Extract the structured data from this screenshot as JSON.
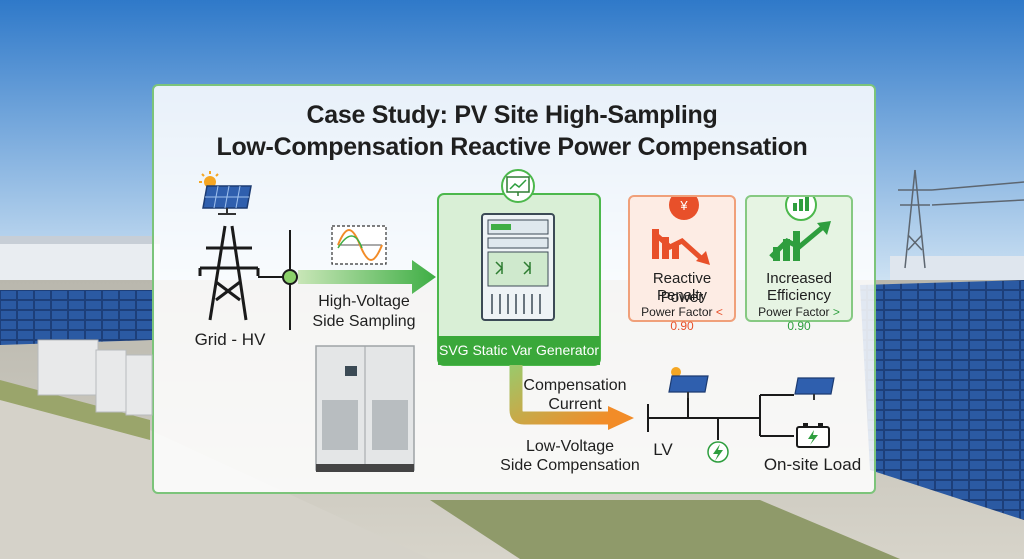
{
  "title": {
    "line1": "Case Study: PV Site High-Sampling",
    "line2": "Low-Compensation Reactive Power Compensation"
  },
  "nodes": {
    "grid_label": "Grid - HV",
    "sampling_label_1": "High-Voltage",
    "sampling_label_2": "Side Sampling",
    "svg_label": "SVG Static Var Generator",
    "compensation_current_1": "Compensation",
    "compensation_current_2": "Current",
    "lv_comp_1": "Low-Voltage",
    "lv_comp_2": "Side Compensation",
    "lv_label": "LV",
    "load_label": "On-site Load"
  },
  "cards": {
    "penalty": {
      "title_1": "Reactive Power",
      "title_2": "Penalty",
      "pf_text": "Power Factor",
      "pf_value": "< 0.90",
      "coin_symbol": "¥",
      "accent": "#e8502a"
    },
    "efficiency": {
      "title_1": "Increased",
      "title_2": "Efficiency",
      "pf_text": "Power Factor",
      "pf_value": "> 0.90",
      "accent": "#2e9e3e"
    }
  },
  "colors": {
    "panel_border": "#7cc47a",
    "arrow_green": "#4cb84c",
    "arrow_orange": "#f28c28",
    "sky_top": "#2f79c9",
    "sky_bottom": "#cfe4f5"
  },
  "icons": [
    "sun-icon",
    "solar-panel-icon",
    "transmission-tower-icon",
    "waveform-icon",
    "monitor-chart-icon",
    "svg-cabinet-icon",
    "money-bag-icon",
    "down-trend-icon",
    "up-trend-icon",
    "lightning-icon",
    "battery-icon"
  ]
}
